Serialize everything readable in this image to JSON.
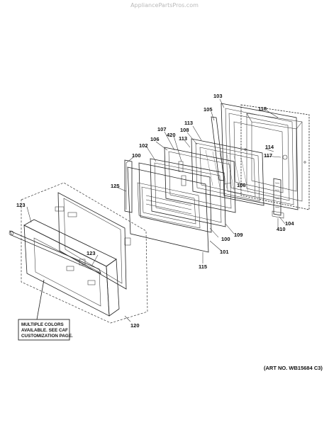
{
  "watermark": "AppliancePartsPros.com",
  "art_number": "(ART NO. WB15684 C3)",
  "note": {
    "line1": "MULTIPLE COLORS",
    "line2": "AVAILABLE. SEE CAF",
    "line3": "CUSTOMIZATION PAGE."
  },
  "callouts": {
    "c103": "103",
    "c118": "118",
    "c105": "105",
    "c113a": "113",
    "c108": "108",
    "c107": "107",
    "c420": "420",
    "c113b": "113",
    "c106a": "106",
    "c102": "102",
    "c114": "114",
    "c117": "117",
    "c100a": "100",
    "c125": "125",
    "c123a": "123",
    "c106b": "106",
    "c104": "104",
    "c410": "410",
    "c109": "109",
    "c100b": "100",
    "c101": "101",
    "c123b": "123",
    "c115": "115",
    "c120": "120"
  }
}
